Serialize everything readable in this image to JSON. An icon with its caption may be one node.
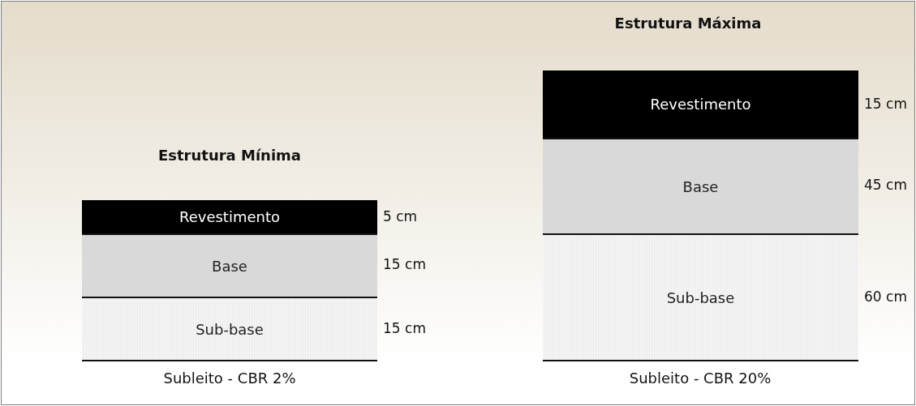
{
  "diagram": {
    "nodes": [
      {
        "text": [
          "Revestimento"
        ],
        "beside": [
          "5 cm"
        ]
      },
      {
        "text": [
          "Base"
        ],
        "beside": [
          "15 cm"
        ]
      },
      {
        "text": [
          "Sub-base"
        ],
        "beside": [
          "15 cm"
        ]
      },
      {
        "text": [
          "Revestimento"
        ],
        "beside": [
          "15 cm"
        ]
      },
      {
        "text": [
          "Base"
        ],
        "beside": [
          "45 cm"
        ]
      },
      {
        "text": [
          "Sub-base"
        ],
        "beside": [
          "60 cm"
        ]
      }
    ],
    "labels": [
      "Estrutura Máxima",
      "Estrutura Mínima",
      "Subleito - CBR 2%",
      "Subleito - CBR 20%"
    ]
  }
}
